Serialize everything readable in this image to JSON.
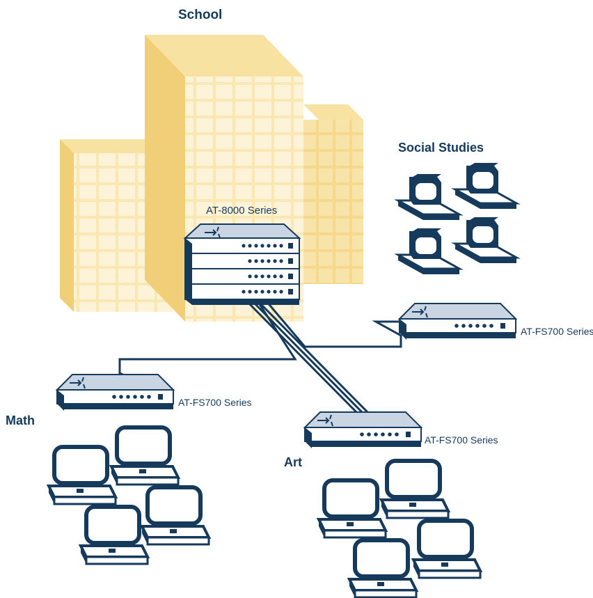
{
  "labels": {
    "school": "School",
    "social_studies": "Social Studies",
    "math": "Math",
    "art": "Art",
    "core_switch": "AT-8000 Series",
    "switch_social": "AT-FS700 Series",
    "switch_math": "AT-FS700 Series",
    "switch_art": "AT-FS700 Series"
  },
  "colors": {
    "navy": "#163a5c",
    "building_face": "#fbe9b9",
    "building_side": "#f4d98c",
    "building_top": "#f8e2a2",
    "switch_top": "#c9d5e2",
    "switch_front": "#ffffff"
  },
  "icons": {
    "building": "building-icon",
    "switch": "network-switch-icon",
    "computer": "computer-terminal-icon",
    "laptop": "laptop-icon",
    "router_arrows": "router-arrows-icon"
  }
}
